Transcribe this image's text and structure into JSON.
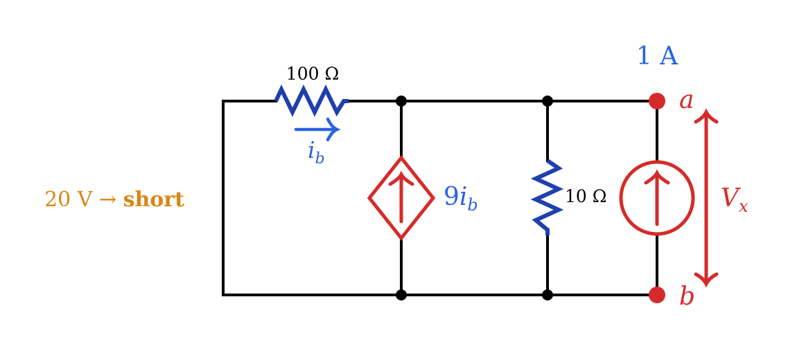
{
  "colors": {
    "wire": "#000000",
    "resistor": "#1f3fae",
    "source": "#d62a2a",
    "current_label": "#2a63e0",
    "note": "#d98618"
  },
  "labels": {
    "r1_value": "100 Ω",
    "r2_value": "10 Ω",
    "ib_symbol": "i",
    "ib_subscript": "b",
    "dependent_gain": "9",
    "dependent_var": "i",
    "dependent_subscript": "b",
    "test_current": "1 A",
    "node_a": "a",
    "node_b": "b",
    "vx_symbol": "V",
    "vx_subscript": "x",
    "source_note_prefix": "20 V → ",
    "source_note_bold": "short"
  }
}
